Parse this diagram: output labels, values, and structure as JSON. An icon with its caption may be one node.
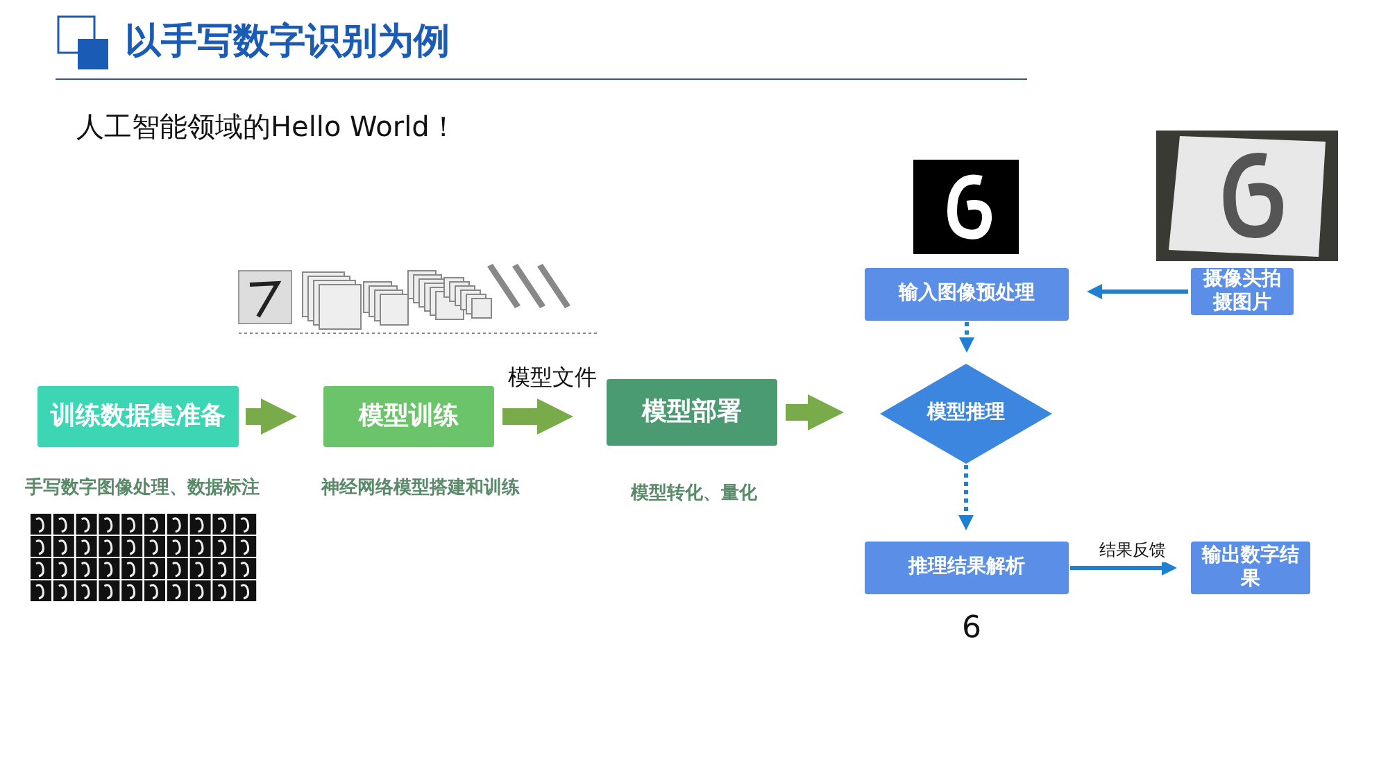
{
  "diagram": {
    "title": "以手写数字识别为例",
    "nodes": [
      {
        "text": [
          "训练数据集准备"
        ],
        "beside": [
          "手写数字图像处理、数据标注"
        ]
      },
      {
        "text": [
          "模型训练"
        ],
        "beside": [
          "神经网络模型搭建和训练"
        ]
      },
      {
        "text": [
          "模型部署"
        ],
        "beside": [
          "模型转化、量化"
        ]
      },
      {
        "text": [
          "输入图像预处理"
        ]
      },
      {
        "text": [
          "摄像头拍摄图片"
        ]
      },
      {
        "text": [
          "模型推理"
        ]
      },
      {
        "text": [
          "推理结果解析"
        ],
        "beside": [
          "6"
        ]
      },
      {
        "text": [
          "输出数字结果"
        ]
      }
    ],
    "edges": [
      {
        "from": 0,
        "to": 1,
        "arrow": "to",
        "style": "thick",
        "color": "#7aab4a"
      },
      {
        "from": 1,
        "to": 2,
        "arrow": "to",
        "label": "模型文件",
        "style": "thick",
        "color": "#7aab4a"
      },
      {
        "from": 2,
        "to": 5,
        "arrow": "to",
        "style": "thick",
        "color": "#7aab4a"
      },
      {
        "from": 4,
        "to": 3,
        "arrow": "to"
      },
      {
        "from": 3,
        "to": 5,
        "arrow": "to",
        "style": "dashed"
      },
      {
        "from": 5,
        "to": 6,
        "arrow": "to",
        "style": "dashed"
      },
      {
        "from": 6,
        "to": 7,
        "arrow": "to",
        "label": "结果反馈"
      }
    ],
    "labels": [
      "人工智能领域的Hello World！"
    ]
  }
}
